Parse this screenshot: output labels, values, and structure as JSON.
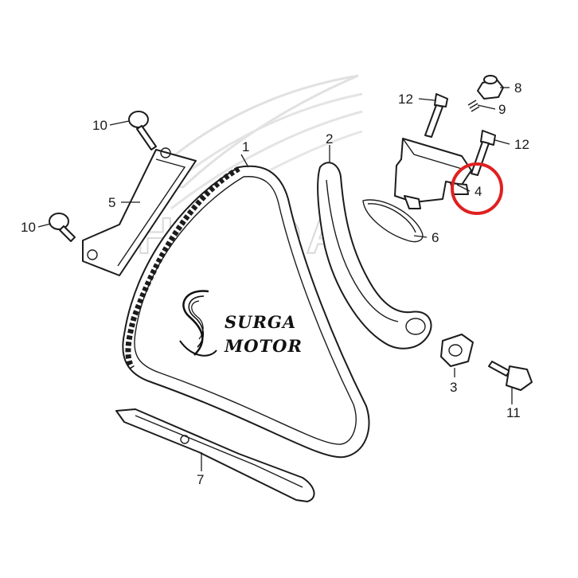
{
  "watermark": {
    "text": "HONDA"
  },
  "brand": {
    "line1": "SURGA",
    "line2": "MOTOR"
  },
  "highlight": {
    "color": "#e02020",
    "target_label": "4"
  },
  "callouts": {
    "c1": "1",
    "c2": "2",
    "c3": "3",
    "c4": "4",
    "c5": "5",
    "c6": "6",
    "c7": "7",
    "c8": "8",
    "c9": "9",
    "c10a": "10",
    "c10b": "10",
    "c11": "11",
    "c12a": "12",
    "c12b": "12"
  }
}
